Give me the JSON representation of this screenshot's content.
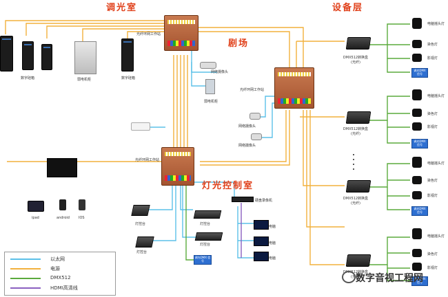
{
  "sections": {
    "dimmer_room": "调光室",
    "theater": "剧场",
    "equipment_layer": "设备层",
    "control_room": "灯光控制室"
  },
  "labels": {
    "digital_rack_a": "数字硅箱",
    "dimmer_cabinet": "弱电机柜",
    "digital_rack_b": "数字硅箱",
    "ws_top": "光纤环网工作站",
    "ws_theater": "光纤环网工作站",
    "ws_control": "光纤环网工作站",
    "cam_theater_top": "网络摄像头",
    "weak_panel": "弱电机柜",
    "cam_mid_1": "网络摄像头",
    "cam_mid_2": "网络摄像头",
    "dmx_1": "DMX512转换盒 (光纤)",
    "dmx_2": "DMX512转换盒 (光纤)",
    "dmx_3": "DMX512转换盒 (光纤)",
    "dmx_4": "DMX512转换盒 (光纤)",
    "ipad": "ipad",
    "android": "android",
    "ios": "IOS",
    "console_1": "灯控台",
    "console_2": "灯控台",
    "console_3": "灯控台",
    "console_4": "灯控台",
    "recorder": "硬盘录像机",
    "pc_1": "电脑",
    "pc_2": "电脑",
    "pc_3": "电脑",
    "dmx_box_ctrl": "调光DMX 信号",
    "fixtures": [
      {
        "moving": "电脑摇头灯",
        "dye": "染色灯",
        "image": "影视灯",
        "box": "调光DMX 信号"
      },
      {
        "moving": "电脑摇头灯",
        "dye": "染色灯",
        "image": "影视灯",
        "box": "调光DMX 信号"
      },
      {
        "moving": "电脑摇头灯",
        "dye": "染色灯",
        "image": "影视灯",
        "box": "调光DMX 信号"
      },
      {
        "moving": "电脑摇头灯",
        "dye": "染色灯",
        "image": "影视灯",
        "box": "调光DMX 信号"
      }
    ]
  },
  "legend": [
    {
      "label": "以太网",
      "color": "#5bc0e8"
    },
    {
      "label": "电源",
      "color": "#f2b13c"
    },
    {
      "label": "DMX512",
      "color": "#5aaa3c"
    },
    {
      "label": "HDMI高清线",
      "color": "#8a5fc0"
    }
  ],
  "watermark": "数字音视工程网"
}
